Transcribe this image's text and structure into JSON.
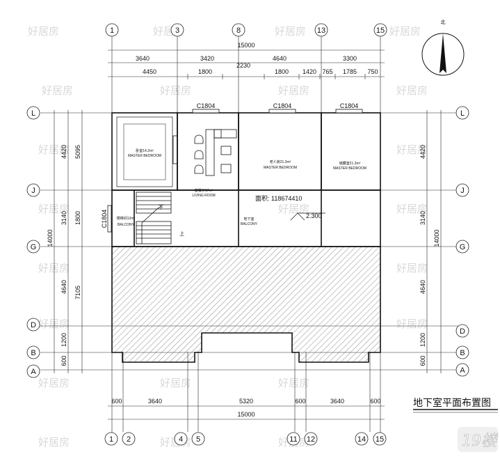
{
  "drawing": {
    "title": "地下室平面布置图",
    "north_label": "北",
    "logo_text": "19楼",
    "watermark_text": "好居房"
  },
  "top_axes": [
    "1",
    "3",
    "8",
    "13",
    "15"
  ],
  "bottom_axes": [
    "1",
    "2",
    "4",
    "5",
    "11",
    "12",
    "14",
    "15"
  ],
  "row_axes": [
    "L",
    "J",
    "G",
    "D",
    "B",
    "A"
  ],
  "top_overall": "15000",
  "top_dims_row1": [
    "3640",
    "3420",
    "4640",
    "3300"
  ],
  "top_dims_row2": [
    "4450",
    "1800",
    "2230",
    "1800",
    "1420",
    "765",
    "1785",
    "750"
  ],
  "bottom_dims_row1": [
    "600",
    "3640",
    "5320",
    "600",
    "3640",
    "600"
  ],
  "bottom_overall": "15000",
  "left_dims_inner": [
    "4420",
    "3140",
    "4640",
    "1200",
    "600"
  ],
  "left_dims_mid": [
    "5095",
    "1800",
    "7105"
  ],
  "left_dims_outer": [
    "14000"
  ],
  "right_dims_inner": [
    "4420",
    "3140",
    "4640",
    "1200",
    "600"
  ],
  "right_dims_outer": [
    "14000"
  ],
  "windows": [
    "C1804",
    "C1804",
    "C1804",
    "C1804"
  ],
  "rooms": {
    "bedroom1": {
      "cn": "卧室",
      "area": "14.2m²",
      "en": "MASTER BEDROOM"
    },
    "living": {
      "cn": "客餐厅",
      "area": "17m²",
      "en": "LIVING ROOM"
    },
    "bedroom2": {
      "cn": "老人房",
      "area": "21.3m²",
      "en": "MASTER BEDROOM"
    },
    "bedroom3": {
      "cn": "储藏室",
      "area": "21.3m²",
      "en": "MASTER BEDROOM"
    },
    "stair": {
      "cn": "楼梯间",
      "area": "12m²",
      "en": "BALCONY"
    },
    "terrace": {
      "cn": "地下室",
      "en": "BALCONY"
    }
  },
  "area_note": "面积: 118674410",
  "level_mark": "2.300",
  "stair_down": "下",
  "stair_up": "上"
}
